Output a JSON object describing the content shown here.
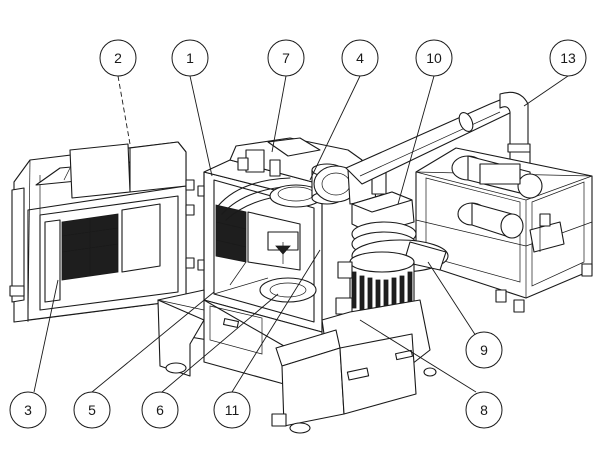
{
  "callouts": [
    {
      "id": "c1",
      "label": "1"
    },
    {
      "id": "c2",
      "label": "2"
    },
    {
      "id": "c3",
      "label": "3"
    },
    {
      "id": "c4",
      "label": "4"
    },
    {
      "id": "c5",
      "label": "5"
    },
    {
      "id": "c6",
      "label": "6"
    },
    {
      "id": "c7",
      "label": "7"
    },
    {
      "id": "c8",
      "label": "8"
    },
    {
      "id": "c9",
      "label": "9"
    },
    {
      "id": "c10",
      "label": "10"
    },
    {
      "id": "c11",
      "label": "11"
    },
    {
      "id": "c13",
      "label": "13"
    }
  ]
}
